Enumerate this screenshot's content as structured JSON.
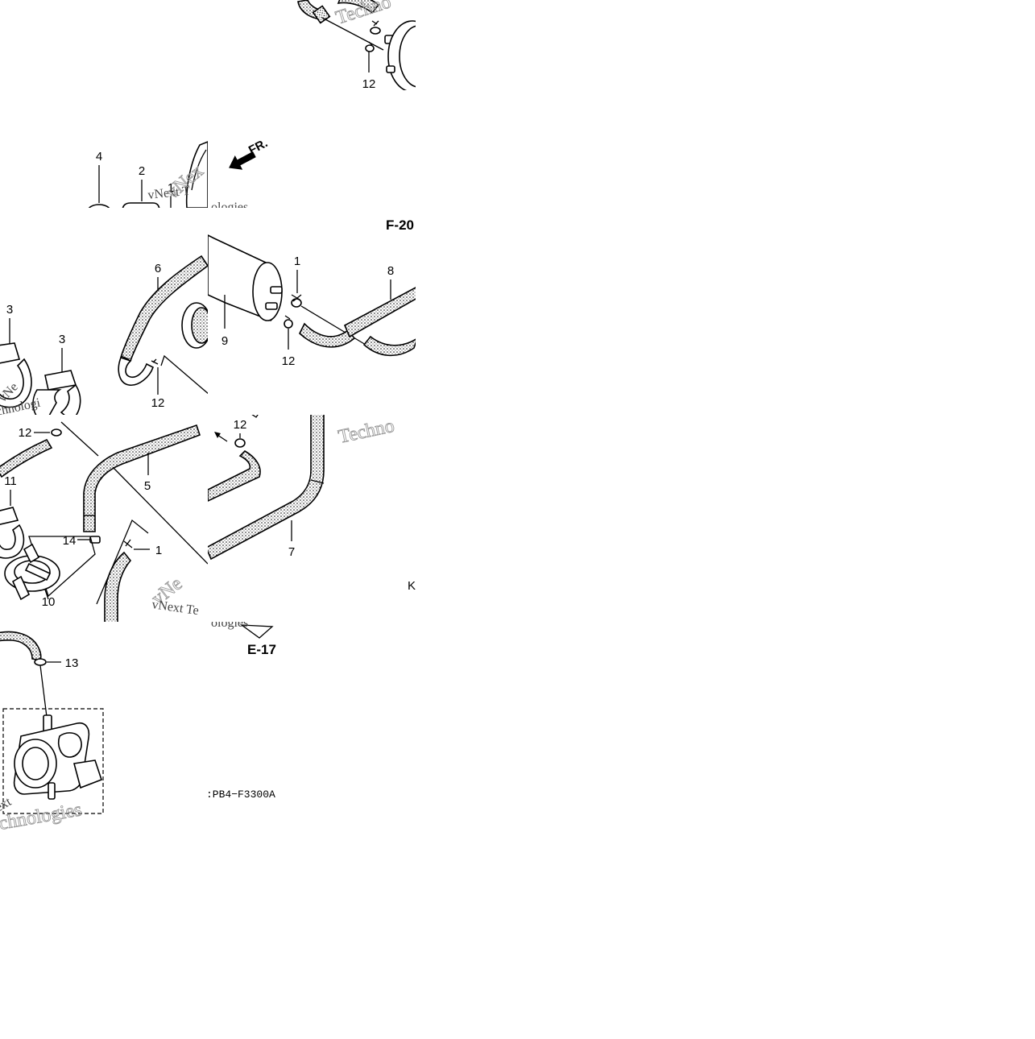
{
  "diagram": {
    "part_numbers": {
      "p1_top": "1",
      "p1_mid": "1",
      "p1_low": "1",
      "p2": "2",
      "p3_left": "3",
      "p3_right": "3",
      "p4": "4",
      "p5": "5",
      "p6": "6",
      "p7": "7",
      "p8": "8",
      "p9": "9",
      "p10": "10",
      "p11": "11",
      "p12_top": "12",
      "p12_mid_left": "12",
      "p12_mid_right": "12",
      "p12_low_left": "12",
      "p12_low_right": "12",
      "p13": "13",
      "p14": "14"
    },
    "references": {
      "frame_ref": "F-20",
      "engine_ref": "E-17",
      "side_letter": "K"
    },
    "direction_label": "FR.",
    "drawing_code": ":PB4−F3300A",
    "watermarks": {
      "w_top": "Techno",
      "w_mid": "Techno",
      "w_tile1_a": "vNext T",
      "w_tile1_b": "ologies",
      "w_tile1_c": "vNex",
      "w_tile2_a": "vNe",
      "w_tile2_b": "chnologi",
      "w_tile3_a": "vNext Te",
      "w_tile3_b": "ologies",
      "w_tile4_a": "ext",
      "w_tile4_b": "chnologies"
    },
    "colors": {
      "ink": "#000000",
      "watermark": "#9a9a9a",
      "background": "#ffffff"
    }
  }
}
